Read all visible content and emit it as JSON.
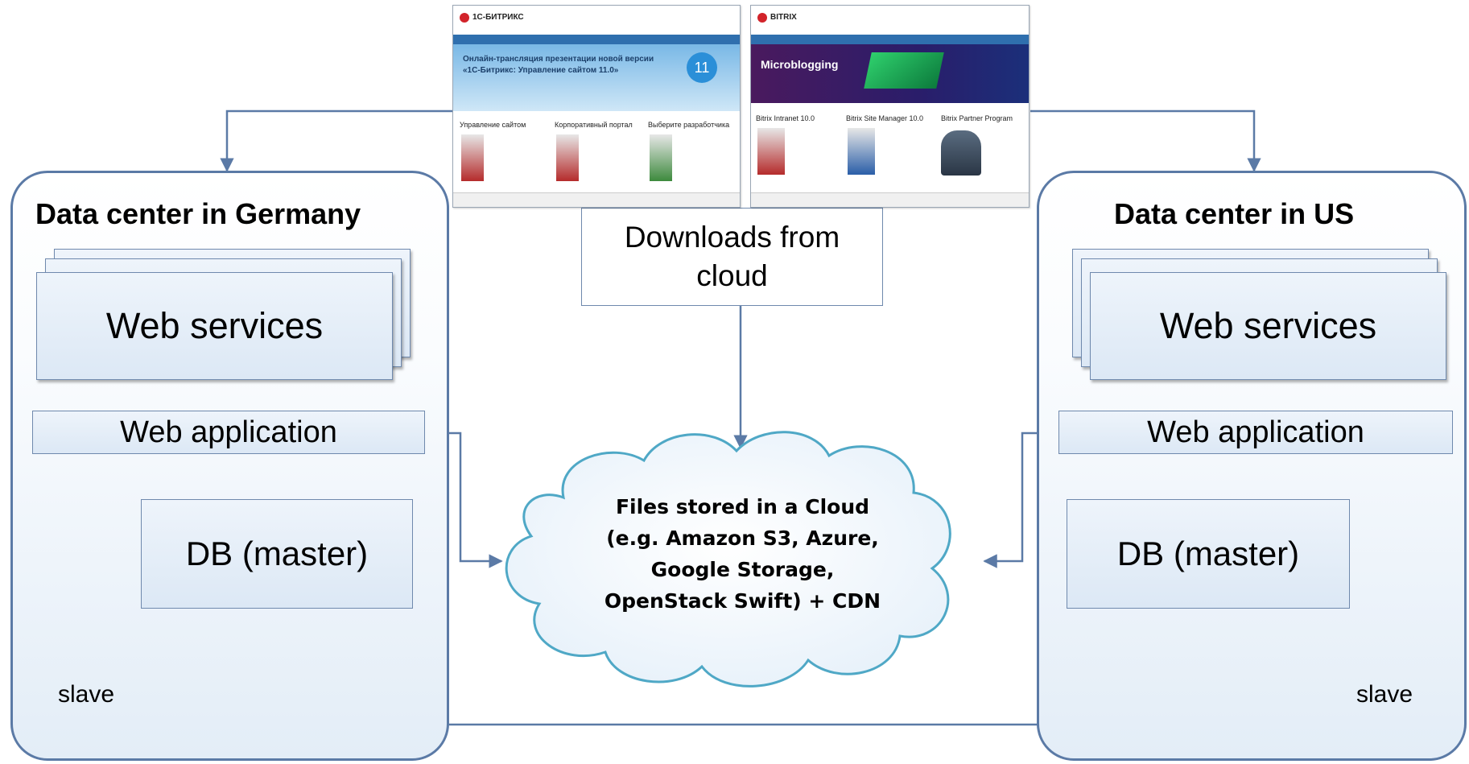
{
  "left_dc": {
    "title": "Data center in Germany",
    "web_services": "Web services",
    "web_application": "Web application",
    "db": "DB (master)",
    "slave": "slave"
  },
  "right_dc": {
    "title": "Data center in US",
    "web_services": "Web services",
    "web_application": "Web application",
    "db": "DB (master)",
    "slave": "slave"
  },
  "downloads": {
    "line1": "Downloads from",
    "line2": "cloud"
  },
  "cloud": {
    "line1": "Files stored in a Cloud",
    "line2": "(e.g. Amazon S3, Azure,",
    "line3": "Google Storage,",
    "line4": "OpenStack Swift) + CDN"
  },
  "screenshot_left": {
    "logo": "1С-БИТРИКС",
    "headline": "Онлайн-трансляция презентации новой версии «1С-Битрикс: Управление сайтом 11.0»",
    "badge": "11",
    "col1": "Управление сайтом",
    "col2": "Корпоративный портал",
    "col3": "Выберите разработчика"
  },
  "screenshot_right": {
    "logo": "BITRIX",
    "headline": "Microblogging",
    "col1": "Bitrix Intranet 10.0",
    "col2": "Bitrix Site Manager 10.0",
    "col3": "Bitrix Partner Program"
  },
  "colors": {
    "line": "#5b7aa6",
    "box_border": "#6f89ad",
    "cloud_border": "#4fa8c6"
  }
}
